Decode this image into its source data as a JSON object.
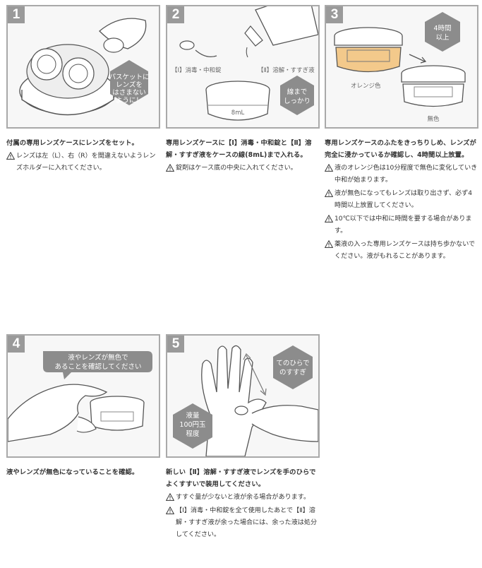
{
  "steps": [
    {
      "number": "1",
      "illustration": {
        "hexagon_text": [
          "パスケットに",
          "レンズを",
          "はさまない",
          "ように！"
        ]
      },
      "caption": "付属の専用レンズケースにレンズをセット。",
      "notes": [
        "レンズは左（L）、右（R）を間違えないようレンズホルダーに入れてください。"
      ]
    },
    {
      "number": "2",
      "illustration": {
        "label_tablet": "【Ⅰ】消毒・中和錠",
        "label_solution": "【Ⅱ】溶解・すすぎ液",
        "case_mark": "8mL",
        "hexagon_text": [
          "線まで",
          "しっかり"
        ]
      },
      "caption": "専用レンズケースに【Ⅰ】消毒・中和錠と【Ⅱ】溶解・すすぎ液をケースの線(8mL)まで入れる。",
      "notes": [
        "錠剤はケース底の中央に入れてください。"
      ]
    },
    {
      "number": "3",
      "illustration": {
        "hexagon_text": [
          "4時間",
          "以上"
        ],
        "label_orange": "オレンジ色",
        "label_colorless": "無色"
      },
      "caption": "専用レンズケースのふたをきっちりしめ、レンズが完全に浸かっているか確認し、4時間以上放置。",
      "notes": [
        "液のオレンジ色は10分程度で無色に変化していき中和が始まります。",
        "液が無色になってもレンズは取り出さず、必ず4時間以上放置してください。",
        "10℃以下では中和に時間を要する場合があります。",
        "薬液の入った専用レンズケースは持ち歩かないでください。液がもれることがあります。"
      ]
    },
    {
      "number": "4",
      "illustration": {
        "bubble_text": [
          "液やレンズが無色で",
          "あることを確認してください"
        ]
      },
      "caption": "液やレンズが無色になっていることを確認。",
      "notes": []
    },
    {
      "number": "5",
      "illustration": {
        "hexagon_top": [
          "てのひらで",
          "のすすぎ"
        ],
        "hexagon_bottom": [
          "液量",
          "100円玉",
          "程度"
        ]
      },
      "caption": "新しい【Ⅱ】溶解・すすぎ液でレンズを手のひらでよくすすいで装用してください。",
      "notes": [
        "すすぐ量が少ないと液が余る場合があります。",
        "【Ⅰ】消毒・中和錠を全て使用したあとで【Ⅱ】溶解・すすぎ液が余った場合には、余った液は処分してください。"
      ]
    }
  ],
  "colors": {
    "frame": "#a9a9a9",
    "badge": "#9a9a9a",
    "hexagon": "#8c8c8c",
    "orange": "#f3c98b",
    "text": "#333333"
  },
  "icons": {
    "note": "warning-triangle-icon"
  }
}
